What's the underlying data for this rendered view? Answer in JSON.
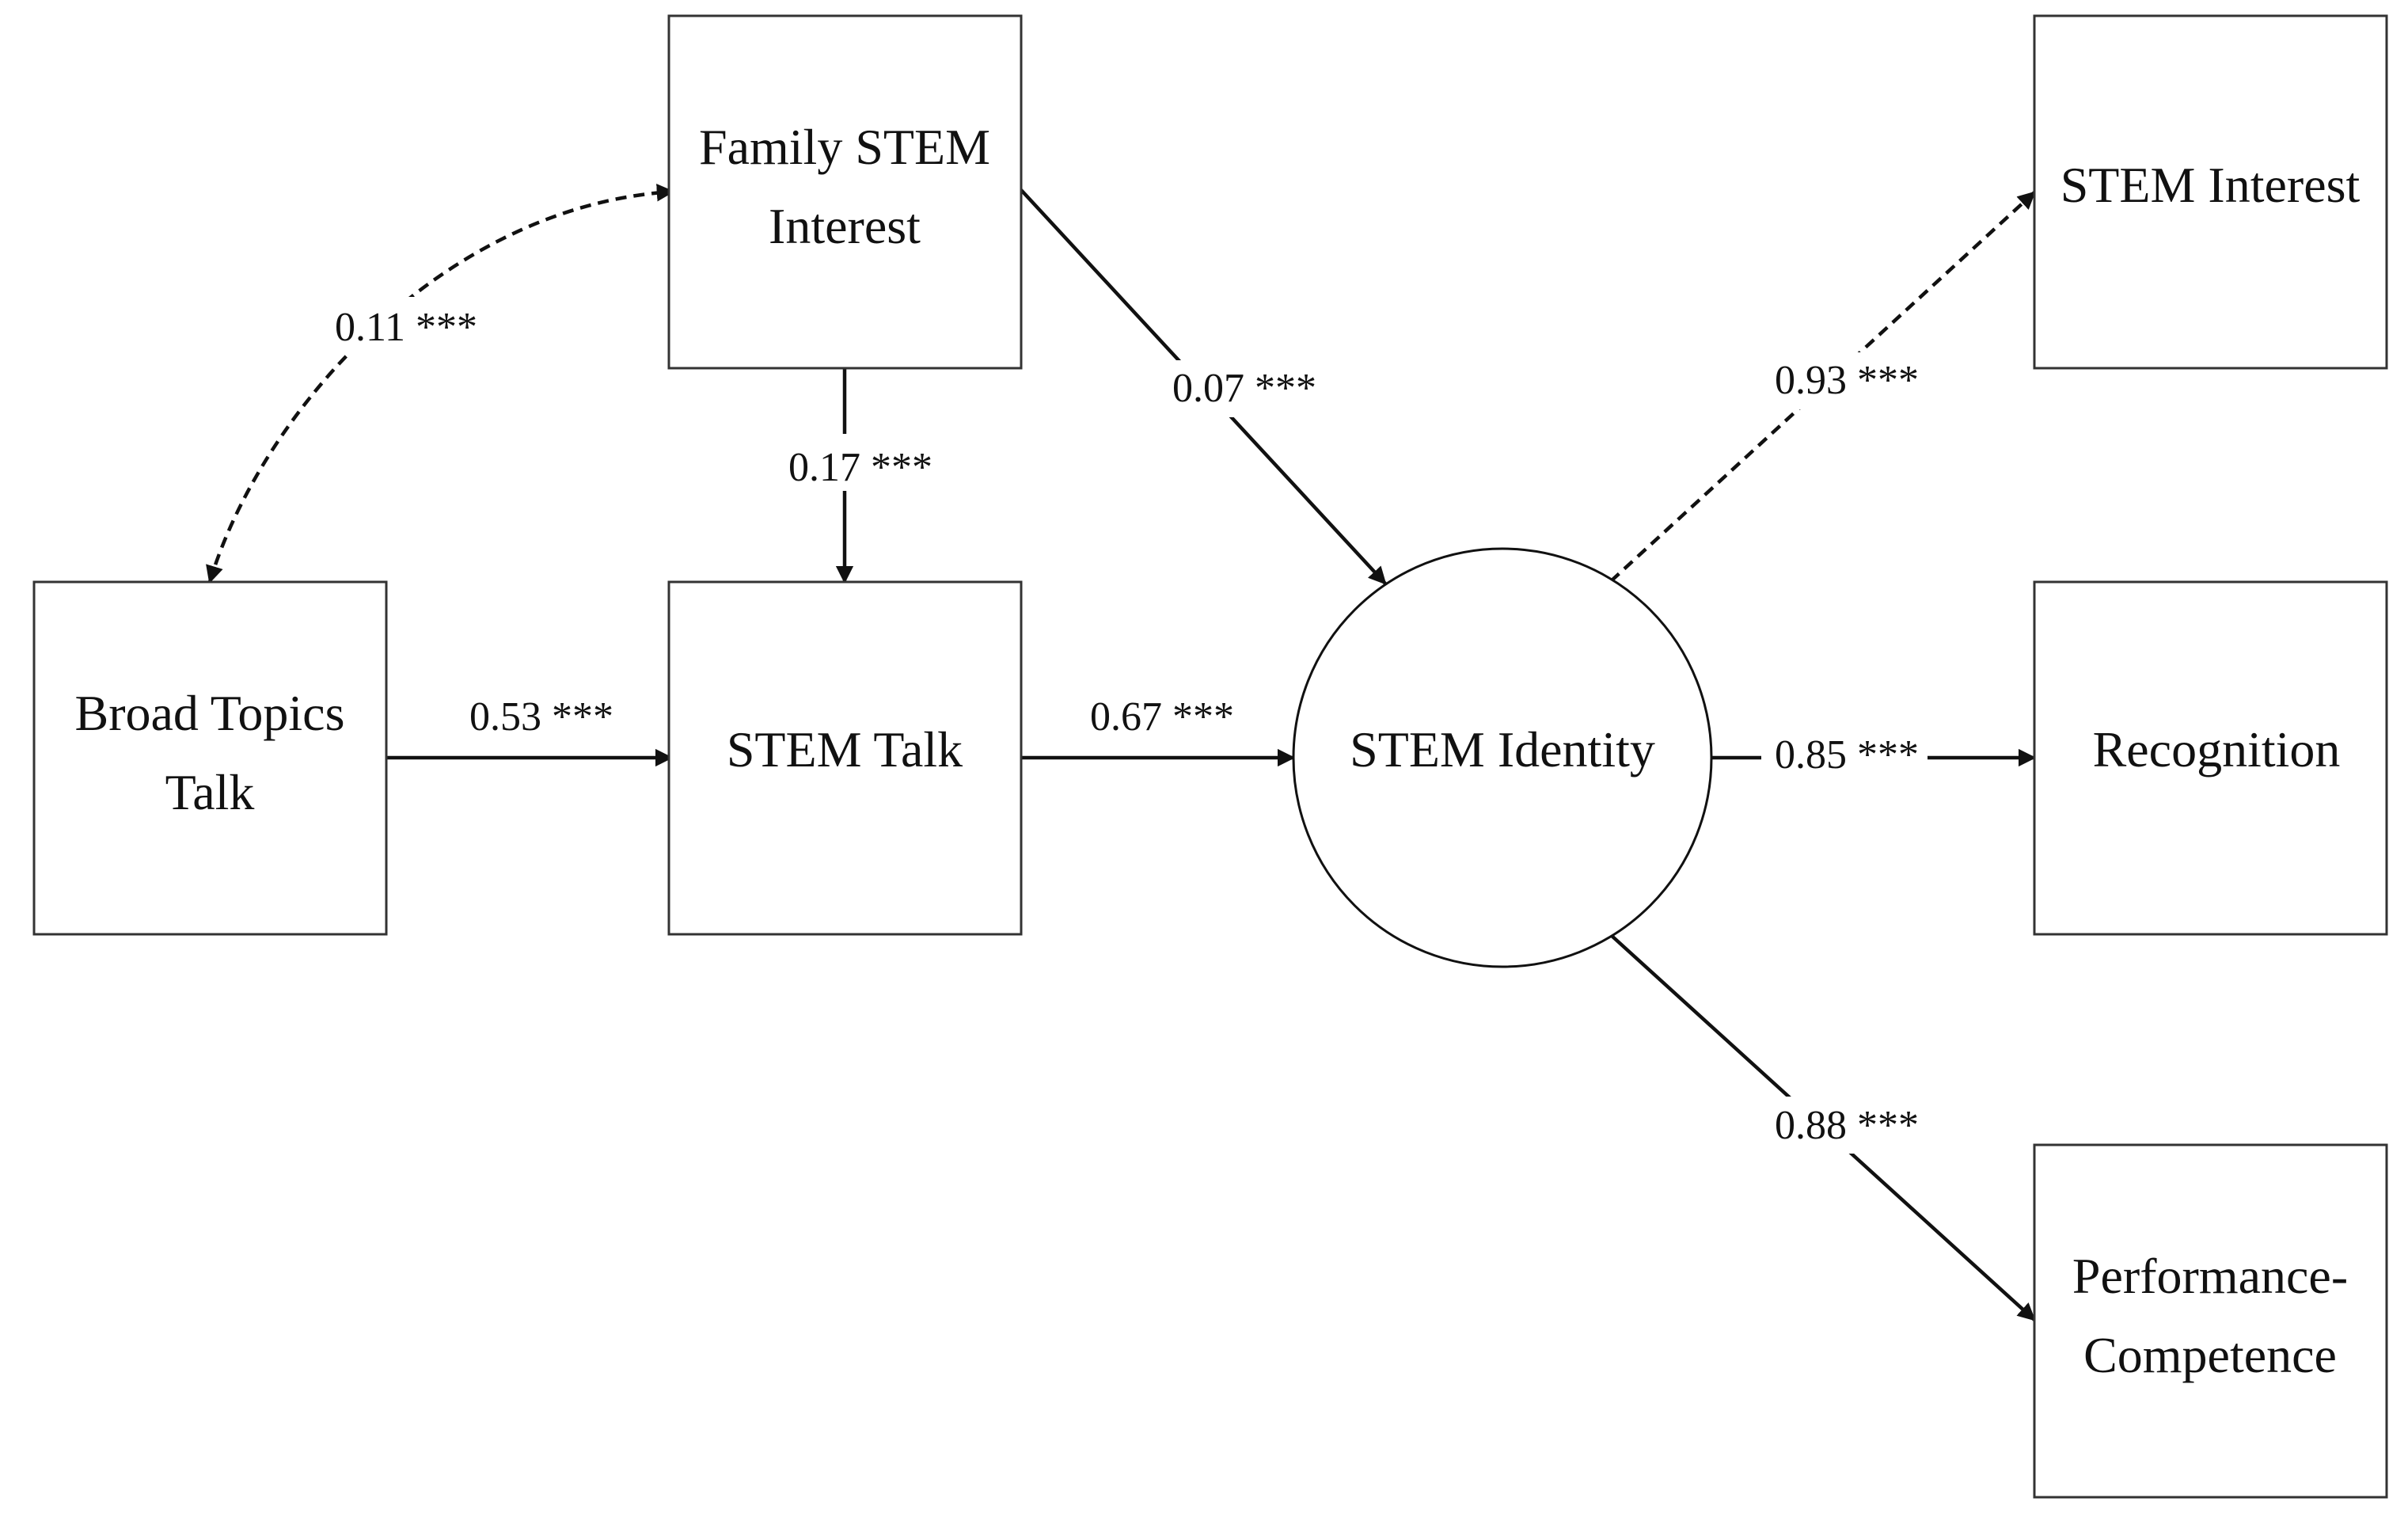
{
  "nodes": {
    "family_stem_interest": {
      "line1": "Family STEM",
      "line2": "Interest"
    },
    "broad_topics_talk": {
      "line1": "Broad Topics",
      "line2": "Talk"
    },
    "stem_talk": {
      "label": "STEM Talk"
    },
    "stem_identity": {
      "label": "STEM Identity"
    },
    "stem_interest": {
      "label": "STEM Interest"
    },
    "recognition": {
      "label": "Recognition"
    },
    "performance_competence": {
      "line1": "Performance-",
      "line2": "Competence"
    }
  },
  "edges": {
    "broad_family": {
      "label": "0.11 ***",
      "style": "dashed",
      "bidirectional": true
    },
    "family_stemtalk": {
      "label": "0.17 ***",
      "style": "solid"
    },
    "family_identity": {
      "label": "0.07 ***",
      "style": "solid"
    },
    "broad_stemtalk": {
      "label": "0.53 ***",
      "style": "solid"
    },
    "stemtalk_identity": {
      "label": "0.67 ***",
      "style": "solid"
    },
    "identity_interest": {
      "label": "0.93 ***",
      "style": "dashed"
    },
    "identity_recognition": {
      "label": "0.85 ***",
      "style": "solid"
    },
    "identity_performance": {
      "label": "0.88 ***",
      "style": "solid"
    }
  },
  "colors": {
    "line": "#111111",
    "box_border": "#333333",
    "background": "#ffffff"
  }
}
